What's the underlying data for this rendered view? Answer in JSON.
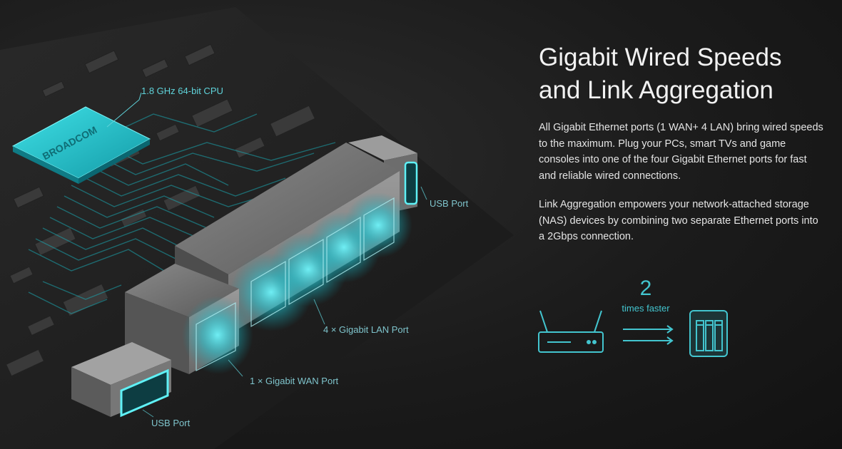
{
  "heading": "Gigabit Wired Speeds and Link Aggregation",
  "paragraphs": [
    "All Gigabit Ethernet ports (1 WAN+ 4 LAN) bring wired speeds to the maximum. Plug your PCs, smart TVs and game consoles into one of the four Gigabit Ethernet ports for fast and reliable wired connections.",
    "Link Aggregation empowers your network-attached storage (NAS) devices by combining two separate Ethernet ports into a 2Gbps connection."
  ],
  "labels": {
    "cpu": "1.8 GHz 64-bit CPU",
    "usb_top": "USB Port",
    "lan": "4 × Gigabit LAN Port",
    "wan": "1 × Gigabit WAN Port",
    "usb_bottom": "USB Port"
  },
  "chip_text": "BROADCOM",
  "speed": {
    "value": "2",
    "label": "times faster"
  },
  "colors": {
    "accent": "#43c5cf",
    "background": "#1b1b1b"
  },
  "icons": [
    "router-icon",
    "arrows-icon",
    "nas-icon"
  ]
}
